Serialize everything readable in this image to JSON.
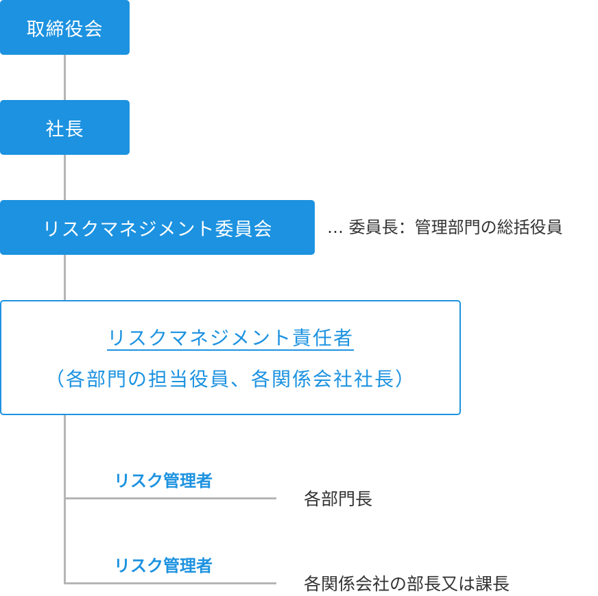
{
  "nodes": {
    "board": "取締役会",
    "president": "社長",
    "committee": "リスクマネジメント委員会",
    "committee_note": "… 委員長：管理部門の総括役員",
    "officer_title": "リスクマネジメント責任者",
    "officer_subtitle": "（各部門の担当役員、各関係会社社長）"
  },
  "managers": [
    {
      "label": "リスク管理者",
      "description": "各部門長"
    },
    {
      "label": "リスク管理者",
      "description": "各関係会社の部長又は課長"
    }
  ],
  "colors": {
    "accent": "#1c92e0",
    "connector": "#b5b5b5",
    "text": "#333333"
  }
}
